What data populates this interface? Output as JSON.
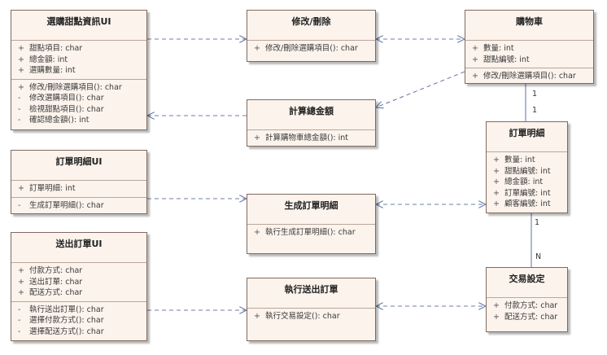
{
  "classes": {
    "select_ui": {
      "title": "選購甜點資訊UI",
      "attributes": [
        {
          "vis": "+",
          "text": "甜點項目: char"
        },
        {
          "vis": "+",
          "text": "總金額: int"
        },
        {
          "vis": "+",
          "text": "選購數量: int"
        }
      ],
      "operations": [
        {
          "vis": "+",
          "text": "修改/刪除選購項目(): char"
        },
        {
          "vis": "-",
          "text": "修改選購項目(): char"
        },
        {
          "vis": "-",
          "text": "檢視甜點項目(): char"
        },
        {
          "vis": "-",
          "text": "確認總金額(): int"
        }
      ]
    },
    "modify_delete": {
      "title": "修改/刪除",
      "operations": [
        {
          "vis": "+",
          "text": "修改/刪除選購項目(): char"
        }
      ]
    },
    "cart": {
      "title": "購物車",
      "attributes": [
        {
          "vis": "+",
          "text": "數量: int"
        },
        {
          "vis": "+",
          "text": "甜點編號: int"
        }
      ],
      "operations": [
        {
          "vis": "+",
          "text": "修改/刪除選購項目(): char"
        }
      ]
    },
    "calc_total": {
      "title": "計算總金額",
      "operations": [
        {
          "vis": "+",
          "text": "計算購物車總金額(): int"
        }
      ]
    },
    "order_detail_ui": {
      "title": "訂單明細UI",
      "attributes": [
        {
          "vis": "+",
          "text": "訂單明細: int"
        }
      ],
      "operations": [
        {
          "vis": "-",
          "text": "生成訂單明細(): char"
        }
      ]
    },
    "order_detail": {
      "title": "訂單明細",
      "attributes": [
        {
          "vis": "+",
          "text": "數量: int"
        },
        {
          "vis": "+",
          "text": "甜點編號: int"
        },
        {
          "vis": "+",
          "text": "總金額: int"
        },
        {
          "vis": "+",
          "text": "訂單編號: int"
        },
        {
          "vis": "+",
          "text": "顧客編號: int"
        }
      ]
    },
    "gen_order_detail": {
      "title": "生成訂單明細",
      "operations": [
        {
          "vis": "+",
          "text": "執行生成訂單明細(): char"
        }
      ]
    },
    "send_order_ui": {
      "title": "送出訂單UI",
      "attributes": [
        {
          "vis": "+",
          "text": "付款方式: char"
        },
        {
          "vis": "+",
          "text": "送出訂單: char"
        },
        {
          "vis": "+",
          "text": "配送方式: char"
        }
      ],
      "operations": [
        {
          "vis": "-",
          "text": "執行送出訂單(): char"
        },
        {
          "vis": "-",
          "text": "選擇付款方式(): char"
        },
        {
          "vis": "-",
          "text": "選擇配送方式(): char"
        }
      ]
    },
    "exec_send_order": {
      "title": "執行送出訂單",
      "operations": [
        {
          "vis": "+",
          "text": "執行交易設定(): char"
        }
      ]
    },
    "transaction": {
      "title": "交易設定",
      "attributes": [
        {
          "vis": "+",
          "text": "付款方式: char"
        },
        {
          "vis": "+",
          "text": "配送方式: char"
        }
      ]
    }
  },
  "multiplicities": {
    "cart_end": "1",
    "order_detail_top": "1",
    "order_detail_bottom": "1",
    "transaction_top": "N"
  },
  "colors": {
    "box_fill": "#fbf3ec",
    "box_border": "#7f6a5f",
    "connector": "#6f7ea8"
  }
}
